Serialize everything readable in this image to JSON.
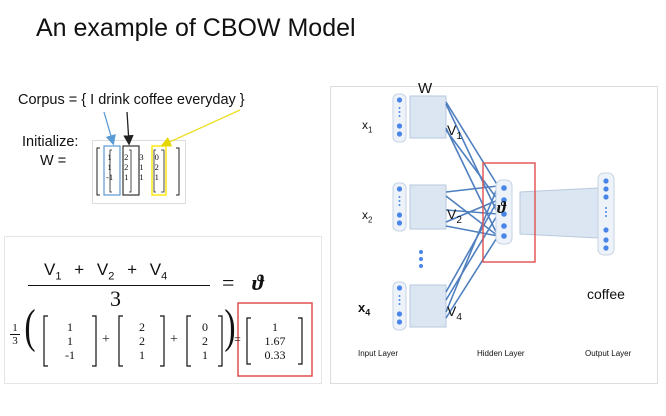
{
  "title": "An example of CBOW Model",
  "corpus": "Corpus = { I drink coffee everyday }",
  "initialize": {
    "label": "Initialize:",
    "w_label": "W  =",
    "matrix": [
      [
        "1",
        "2",
        "3",
        "0"
      ],
      [
        "1",
        "2",
        "1",
        "2"
      ],
      [
        "-1",
        "1",
        "1",
        "1"
      ]
    ]
  },
  "equation": {
    "numerator_terms": [
      "V",
      "V",
      "V"
    ],
    "numerator_subs": [
      "1",
      "2",
      "4"
    ],
    "plus": "+",
    "denominator": "3",
    "equals": "=",
    "result_symbol": "ϑ",
    "one_third_num": "1",
    "one_third_den": "3",
    "vectors": [
      [
        "1",
        "1",
        "-1"
      ],
      [
        "2",
        "2",
        "1"
      ],
      [
        "0",
        "2",
        "1"
      ]
    ],
    "result": [
      "1",
      "1.67",
      "0.33"
    ]
  },
  "network": {
    "w_label": "W",
    "inputs": [
      {
        "x": "x",
        "sub": "1"
      },
      {
        "x": "x",
        "sub": "2"
      },
      {
        "x": "x",
        "sub": "4"
      }
    ],
    "weights": [
      {
        "v": "V",
        "sub": "1"
      },
      {
        "v": "V",
        "sub": "2"
      },
      {
        "v": "V",
        "sub": "4"
      }
    ],
    "hidden_symbol": "ϑ",
    "output_word": "coffee",
    "layer_labels": [
      "Input Layer",
      "Hidden Layer",
      "Output Layer"
    ]
  },
  "colors": {
    "blue": "#5b9bd5",
    "yellow": "#ffff00",
    "red": "#e05050",
    "net_line": "#4f7fbf",
    "node": "#4a86e8"
  }
}
